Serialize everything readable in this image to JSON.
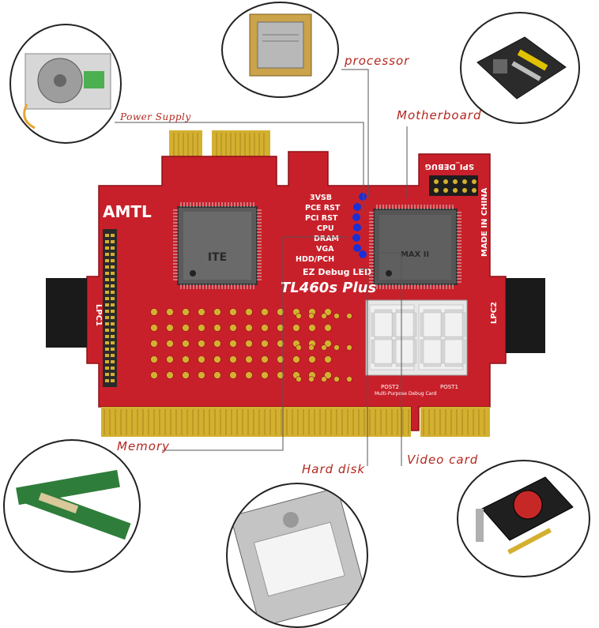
{
  "labels": {
    "processor": "processor",
    "power_supply": "Power Supply",
    "motherboard": "Motherboard",
    "memory": "Memory",
    "hard_disk": "Hard disk",
    "video_card": "Video card"
  },
  "board": {
    "brand": "AMTL",
    "model": "TL460s Plus",
    "ez_debug": "EZ Debug LED",
    "spi_debug": "SPI_DEBUG",
    "made_in": "MADE IN CHINA",
    "lpc1": "LPC1",
    "lpc2": "LPC2",
    "post2": "POST2",
    "post1": "POST1",
    "multi_purpose": "Multi-Purpose Debug Card",
    "chip_left_text": "ITE",
    "chip_right_text": "MAX II",
    "seg_digits": "88 88",
    "led_labels": [
      "3VSB",
      "PCE RST",
      "PCI RST",
      "CPU",
      "DRAM",
      "VGA",
      "HDD/PCH"
    ]
  },
  "colors": {
    "pcb_red": "#c8202a",
    "gold": "#d4b030",
    "label_red": "#b3261e",
    "led_blue": "#1a2fd6"
  }
}
